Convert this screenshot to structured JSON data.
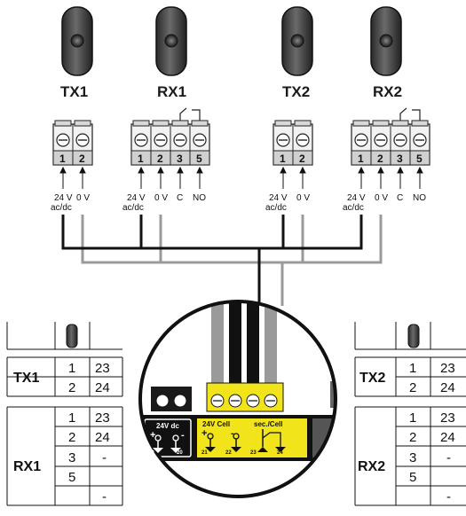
{
  "devices": [
    {
      "id": "tx1",
      "label": "TX1"
    },
    {
      "id": "rx1",
      "label": "RX1"
    },
    {
      "id": "tx2",
      "label": "TX2"
    },
    {
      "id": "rx2",
      "label": "RX2"
    }
  ],
  "terminals": {
    "pins_tx": [
      "1",
      "2"
    ],
    "pins_rx": [
      "1",
      "2",
      "3",
      "5"
    ],
    "labels": {
      "v24_top": "24 V",
      "v24_bottom": "ac/dc",
      "v0": "0 V",
      "c": "C",
      "no": "NO"
    }
  },
  "tables": {
    "left": {
      "tx_label": "TX1",
      "rx_label": "RX1",
      "tx_rows": [
        [
          "1",
          "23"
        ],
        [
          "2",
          "24"
        ]
      ],
      "rx_rows": [
        [
          "1",
          "23"
        ],
        [
          "2",
          "24"
        ],
        [
          "3",
          "-"
        ],
        [
          "5",
          "-"
        ]
      ]
    },
    "right": {
      "tx_label": "TX2",
      "rx_label": "RX2",
      "tx_rows": [
        [
          "1",
          "23"
        ],
        [
          "2",
          "24"
        ]
      ],
      "rx_rows": [
        [
          "1",
          "23"
        ],
        [
          "2",
          "24"
        ],
        [
          "3",
          "-"
        ],
        [
          "5",
          "-"
        ]
      ]
    }
  },
  "board": {
    "block1_title": "24V dc",
    "block1_signs": [
      "+",
      "-"
    ],
    "block1_nums": [
      "19",
      "20"
    ],
    "block2_title1": "24V Cell",
    "block2_title2": "sec./Cell",
    "block2_signs": [
      "+",
      "-"
    ],
    "block2_nums": [
      "21",
      "22",
      "23",
      "24"
    ]
  },
  "colors": {
    "black_wire": "#111111",
    "gray_wire": "#9a9a9a",
    "yellow_block": "#f2e41a",
    "photocell_body": "#3a3a3a"
  }
}
